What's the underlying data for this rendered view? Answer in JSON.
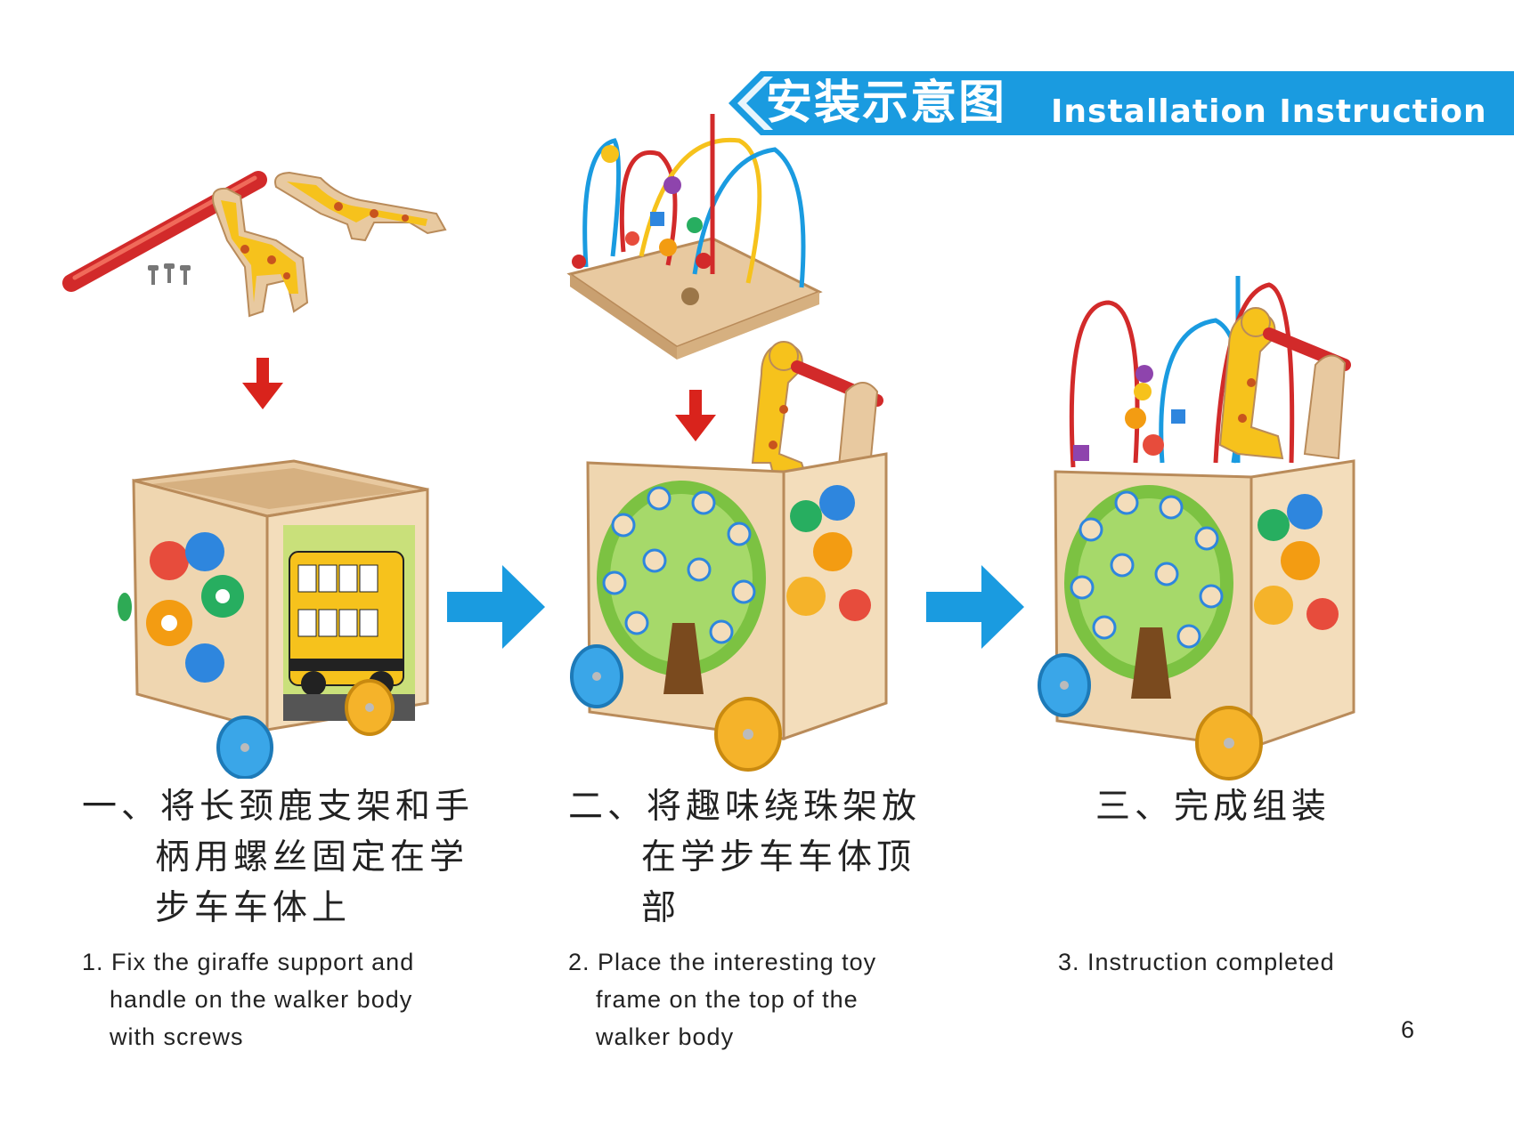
{
  "header": {
    "title_zh": "安装示意图",
    "title_en": "Installation Instruction",
    "banner_color": "#1a9be0"
  },
  "steps": [
    {
      "zh_lines": [
        "一、将长颈鹿支架和手",
        "柄用螺丝固定在学",
        "步车车体上"
      ],
      "en_lines": [
        "1. Fix the giraffe support and",
        "handle on the walker body",
        "with screws"
      ]
    },
    {
      "zh_lines": [
        "二、将趣味绕珠架放",
        "在学步车车体顶",
        "部"
      ],
      "en_lines": [
        "2. Place the interesting toy",
        "frame on the top of the",
        "walker body"
      ]
    },
    {
      "zh_lines": [
        "三、完成组装"
      ],
      "en_lines": [
        "3. Instruction completed"
      ]
    }
  ],
  "page_number": "6",
  "colors": {
    "down_arrow": "#d9231c",
    "right_arrow": "#1a9be0",
    "wood": "#e8c9a0"
  }
}
